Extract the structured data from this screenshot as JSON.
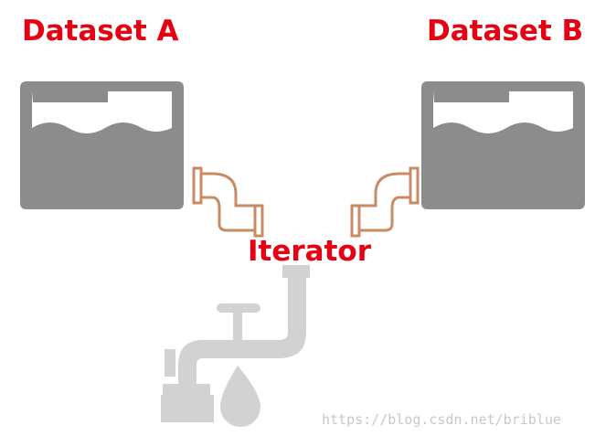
{
  "labels": {
    "dataset_a": "Dataset A",
    "dataset_b": "Dataset B",
    "iterator": "Iterator"
  },
  "watermark": "https://blog.csdn.net/briblue",
  "colors": {
    "label": "#e60012",
    "tank": "#8c8c8c",
    "pipe": "#c98b63",
    "faucet": "#d2d2d2",
    "watermark": "#c8c8c8"
  },
  "icons": [
    "tank-icon",
    "elbow-pipe-icon",
    "faucet-icon",
    "water-drop-icon"
  ]
}
